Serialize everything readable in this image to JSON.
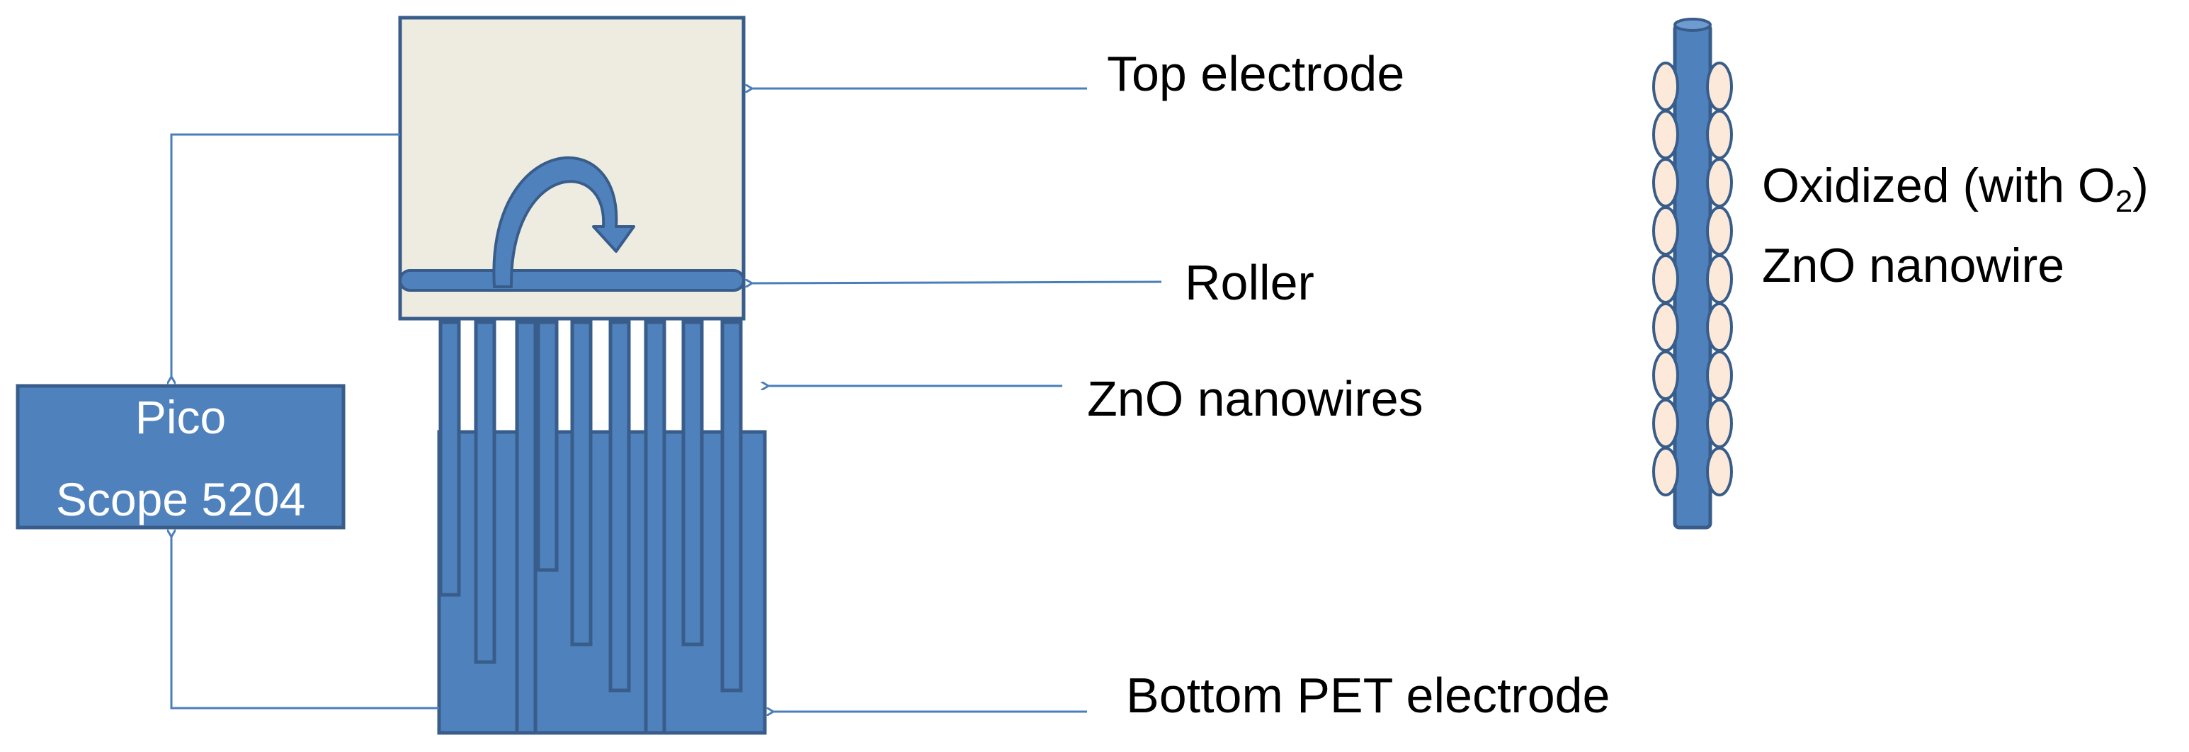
{
  "labels": {
    "top_electrode": "Top electrode",
    "roller": "Roller",
    "nanowires": "ZnO nanowires",
    "bottom_electrode": "Bottom PET electrode",
    "scope_line1": "Pico",
    "scope_line2": "Scope 5204",
    "oxidized_prefix": "Oxidized (with O",
    "oxidized_subscript": "2",
    "oxidized_suffix": ")",
    "oxidized_line2": "ZnO nanowire"
  },
  "colors": {
    "blue_fill": "#4f81bd",
    "blue_stroke": "#385d8a",
    "line_blue": "#4a7ebb",
    "electrode_fill": "#eeece1",
    "particle_fill": "#fde9d9",
    "text": "#000000"
  }
}
